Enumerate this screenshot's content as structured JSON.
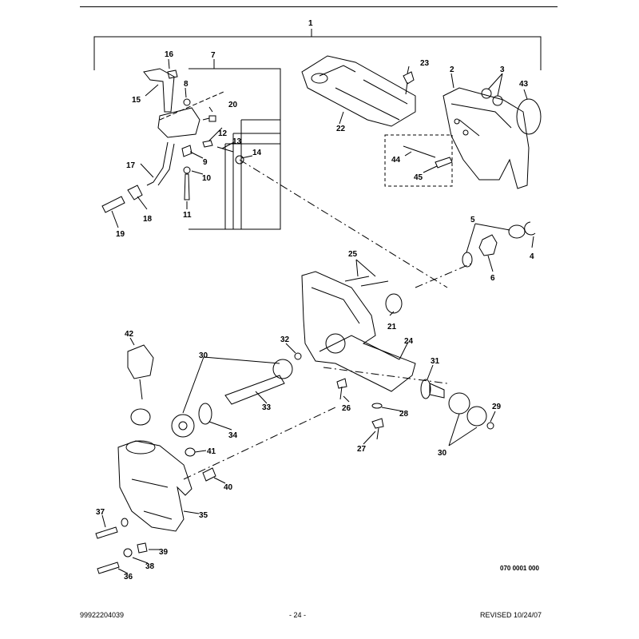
{
  "document": {
    "footer_left": "99922204039",
    "footer_center": "- 24 -",
    "footer_right": "REVISED 10/24/07",
    "figure_ref": "070 0001 000"
  },
  "callouts": {
    "c1": "1",
    "c2": "2",
    "c3": "3",
    "c4": "4",
    "c5": "5",
    "c6": "6",
    "c7": "7",
    "c8": "8",
    "c9": "9",
    "c10": "10",
    "c11": "11",
    "c12": "12",
    "c13": "13",
    "c14": "14",
    "c15": "15",
    "c16": "16",
    "c17": "17",
    "c18": "18",
    "c19": "19",
    "c20": "20",
    "c21": "21",
    "c22": "22",
    "c23": "23",
    "c24": "24",
    "c25": "25",
    "c26": "26",
    "c27": "27",
    "c28": "28",
    "c29": "29",
    "c30a": "30",
    "c30b": "30",
    "c31": "31",
    "c32": "32",
    "c33": "33",
    "c34": "34",
    "c35": "35",
    "c36": "36",
    "c37": "37",
    "c38": "38",
    "c39": "39",
    "c40": "40",
    "c41": "41",
    "c42": "42",
    "c43": "43",
    "c44": "44",
    "c45": "45"
  }
}
